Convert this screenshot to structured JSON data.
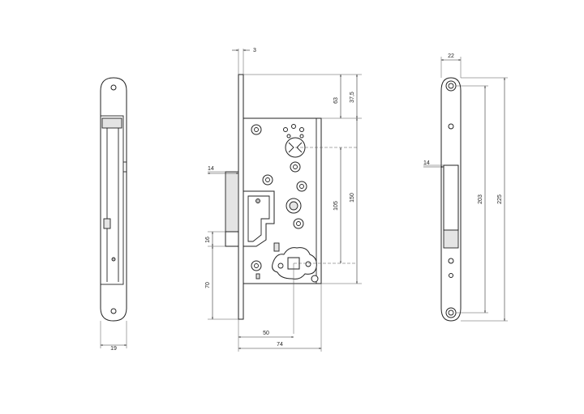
{
  "drawing": {
    "views": [
      "side-view",
      "front-view",
      "faceplate-view"
    ],
    "dimensions": {
      "side_width": "19",
      "front_backset_top": "3",
      "front_height_63": "63",
      "front_height_37_5": "37,5",
      "front_height_105": "105",
      "front_height_150": "150",
      "front_latch_14": "14",
      "front_latch_16": "16",
      "front_height_70": "70",
      "front_width_50": "50",
      "front_width_74": "74",
      "plate_width_22": "22",
      "plate_latch_14": "14",
      "plate_height_203": "203",
      "plate_height_225": "225"
    }
  }
}
